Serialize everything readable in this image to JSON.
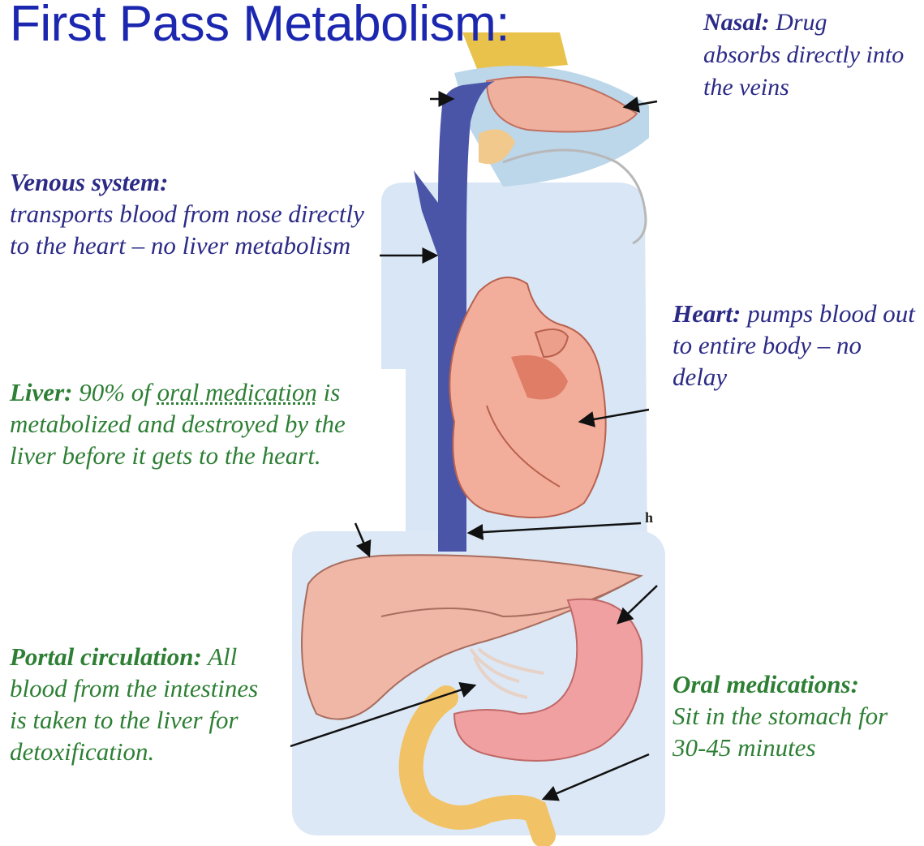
{
  "title": "First Pass Metabolism:",
  "labels": {
    "nasal": {
      "heading": "Nasal:",
      "text": " Drug absorbs directly into the veins"
    },
    "venous": {
      "heading": "Venous system:",
      "text": " transports blood from nose directly to the heart – no liver metabolism"
    },
    "heart": {
      "heading": "Heart:",
      "text": " pumps blood out to entire body – no delay"
    },
    "liver": {
      "heading": "Liver:",
      "text_a": " 90% of ",
      "underlined": "oral medication",
      "text_b": " is metabolized and destroyed by the liver before it gets to the heart."
    },
    "portal": {
      "heading": "Portal circulation:",
      "text": " All blood from the intestines is taken to the liver for detoxification."
    },
    "oral": {
      "heading": "Oral medications:",
      "text": " Sit in the stomach for 30-45 minutes"
    }
  },
  "stray_mark": "h",
  "colors": {
    "title": "#1c27b0",
    "blue_text": "#2b2a86",
    "green_text": "#2d7f34",
    "vein": "#4a55a8",
    "organ_pink": "#f0b4a6",
    "intestine": "#f2c266"
  }
}
